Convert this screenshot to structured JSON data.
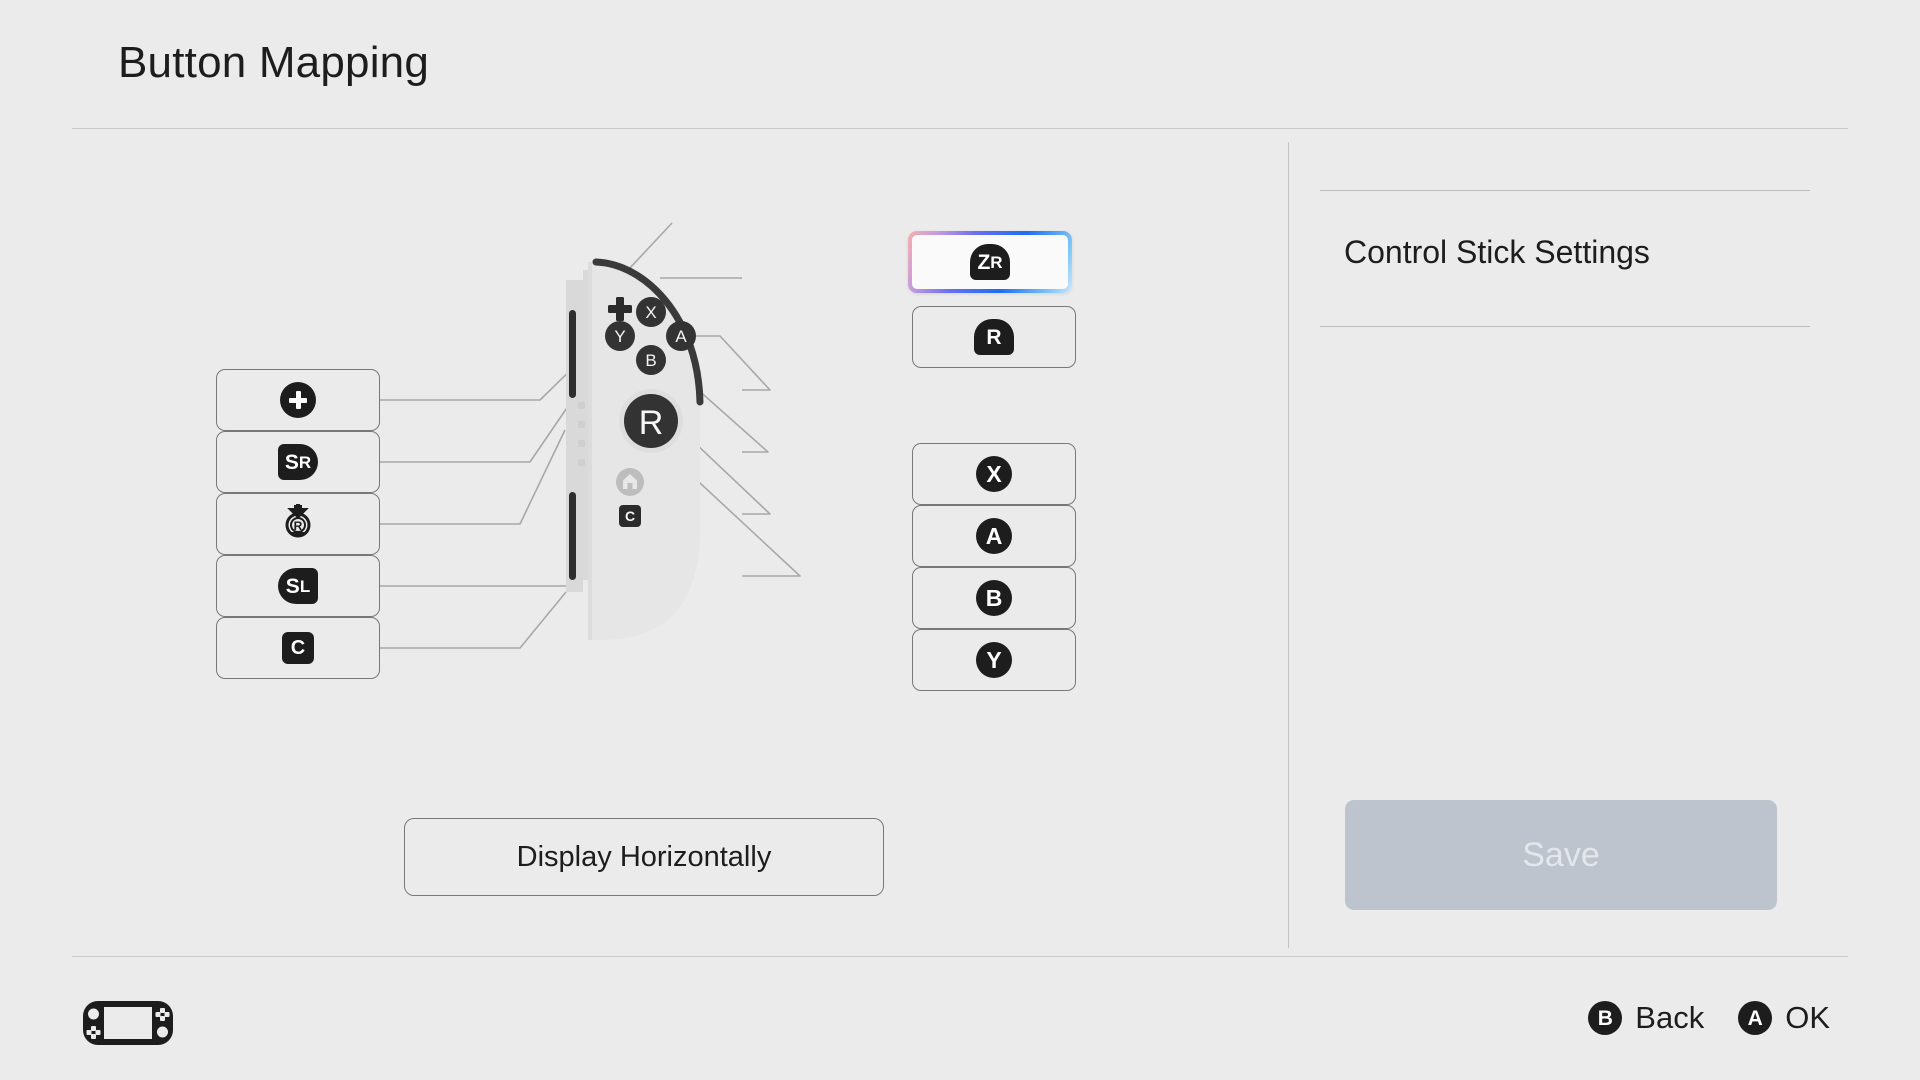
{
  "header": {
    "title": "Button Mapping"
  },
  "joycon": {
    "side": "right",
    "stick_label": "R",
    "face_buttons": [
      "X",
      "Y",
      "A",
      "B"
    ],
    "plus_icon": "plus-icon",
    "home_icon": "home-icon",
    "c_label": "C",
    "sr_label": "SR",
    "sl_label": "SL"
  },
  "mappings": {
    "left_column": [
      {
        "id": "plus",
        "icon": "plus-icon",
        "glyph": "+",
        "label": "Plus",
        "selected": false
      },
      {
        "id": "sr",
        "icon": "sr-shoulder-icon",
        "glyph": "SR",
        "label": "SR",
        "selected": false
      },
      {
        "id": "rstick",
        "icon": "right-stick-press-icon",
        "glyph": "R",
        "label": "Right Stick Press",
        "selected": false
      },
      {
        "id": "sl",
        "icon": "sl-shoulder-icon",
        "glyph": "SL",
        "label": "SL",
        "selected": false
      },
      {
        "id": "c",
        "icon": "c-button-icon",
        "glyph": "C",
        "label": "C",
        "selected": false
      }
    ],
    "right_column": [
      {
        "id": "zr",
        "icon": "zr-shoulder-icon",
        "glyph": "ZR",
        "label": "ZR",
        "selected": true
      },
      {
        "id": "r",
        "icon": "r-shoulder-icon",
        "glyph": "R",
        "label": "R",
        "selected": false
      },
      {
        "id": "x",
        "icon": "x-button-icon",
        "glyph": "X",
        "label": "X",
        "selected": false
      },
      {
        "id": "a",
        "icon": "a-button-icon",
        "glyph": "A",
        "label": "A",
        "selected": false
      },
      {
        "id": "b",
        "icon": "b-button-icon",
        "glyph": "B",
        "label": "B",
        "selected": false
      },
      {
        "id": "y",
        "icon": "y-button-icon",
        "glyph": "Y",
        "label": "Y",
        "selected": false
      }
    ]
  },
  "actions": {
    "display_orientation_label": "Display Horizontally"
  },
  "right_panel": {
    "items": [
      {
        "label": "Control Stick Settings"
      }
    ],
    "save_label": "Save",
    "save_enabled": false
  },
  "footer": {
    "console_icon": "switch-console-icon",
    "hints": [
      {
        "button": "B",
        "label": "Back"
      },
      {
        "button": "A",
        "label": "OK"
      }
    ]
  },
  "colors": {
    "background": "#ebebeb",
    "text": "#1d1d1d",
    "outline": "#787878",
    "divider": "#c9c9c9",
    "selected_gradient_start": "#f7b0ae",
    "selected_gradient_mid": "#1b6ef5",
    "selected_gradient_end": "#cfe7fb",
    "save_disabled_bg": "#bdc4ce",
    "save_disabled_text": "#e3e7ec"
  }
}
